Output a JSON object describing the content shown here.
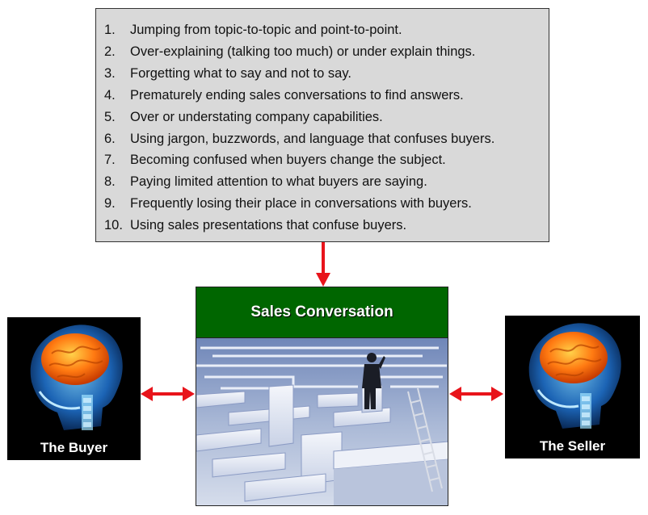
{
  "list": {
    "items": [
      {
        "num": "1.",
        "text": "Jumping from topic-to-topic and point-to-point."
      },
      {
        "num": "2.",
        "text": "Over-explaining (talking too much) or under explain things."
      },
      {
        "num": "3.",
        "text": "Forgetting what to say and not to say."
      },
      {
        "num": "4.",
        "text": "Prematurely ending sales conversations to find answers."
      },
      {
        "num": "5.",
        "text": "Over or understating company capabilities."
      },
      {
        "num": "6.",
        "text": "Using jargon, buzzwords, and language that confuses buyers."
      },
      {
        "num": "7.",
        "text": "Becoming confused when buyers change the subject."
      },
      {
        "num": "8.",
        "text": "Paying limited attention to what buyers are saying."
      },
      {
        "num": "9.",
        "text": "Frequently losing their place in conversations with buyers."
      },
      {
        "num": "10.",
        "text": "Using sales presentations that confuse buyers."
      }
    ]
  },
  "center": {
    "title": "Sales Conversation"
  },
  "buyer": {
    "label": "The Buyer"
  },
  "seller": {
    "label": "The Seller"
  },
  "colors": {
    "arrow": "#e8141b",
    "header": "#006600",
    "list_bg": "#d9d9d9"
  }
}
